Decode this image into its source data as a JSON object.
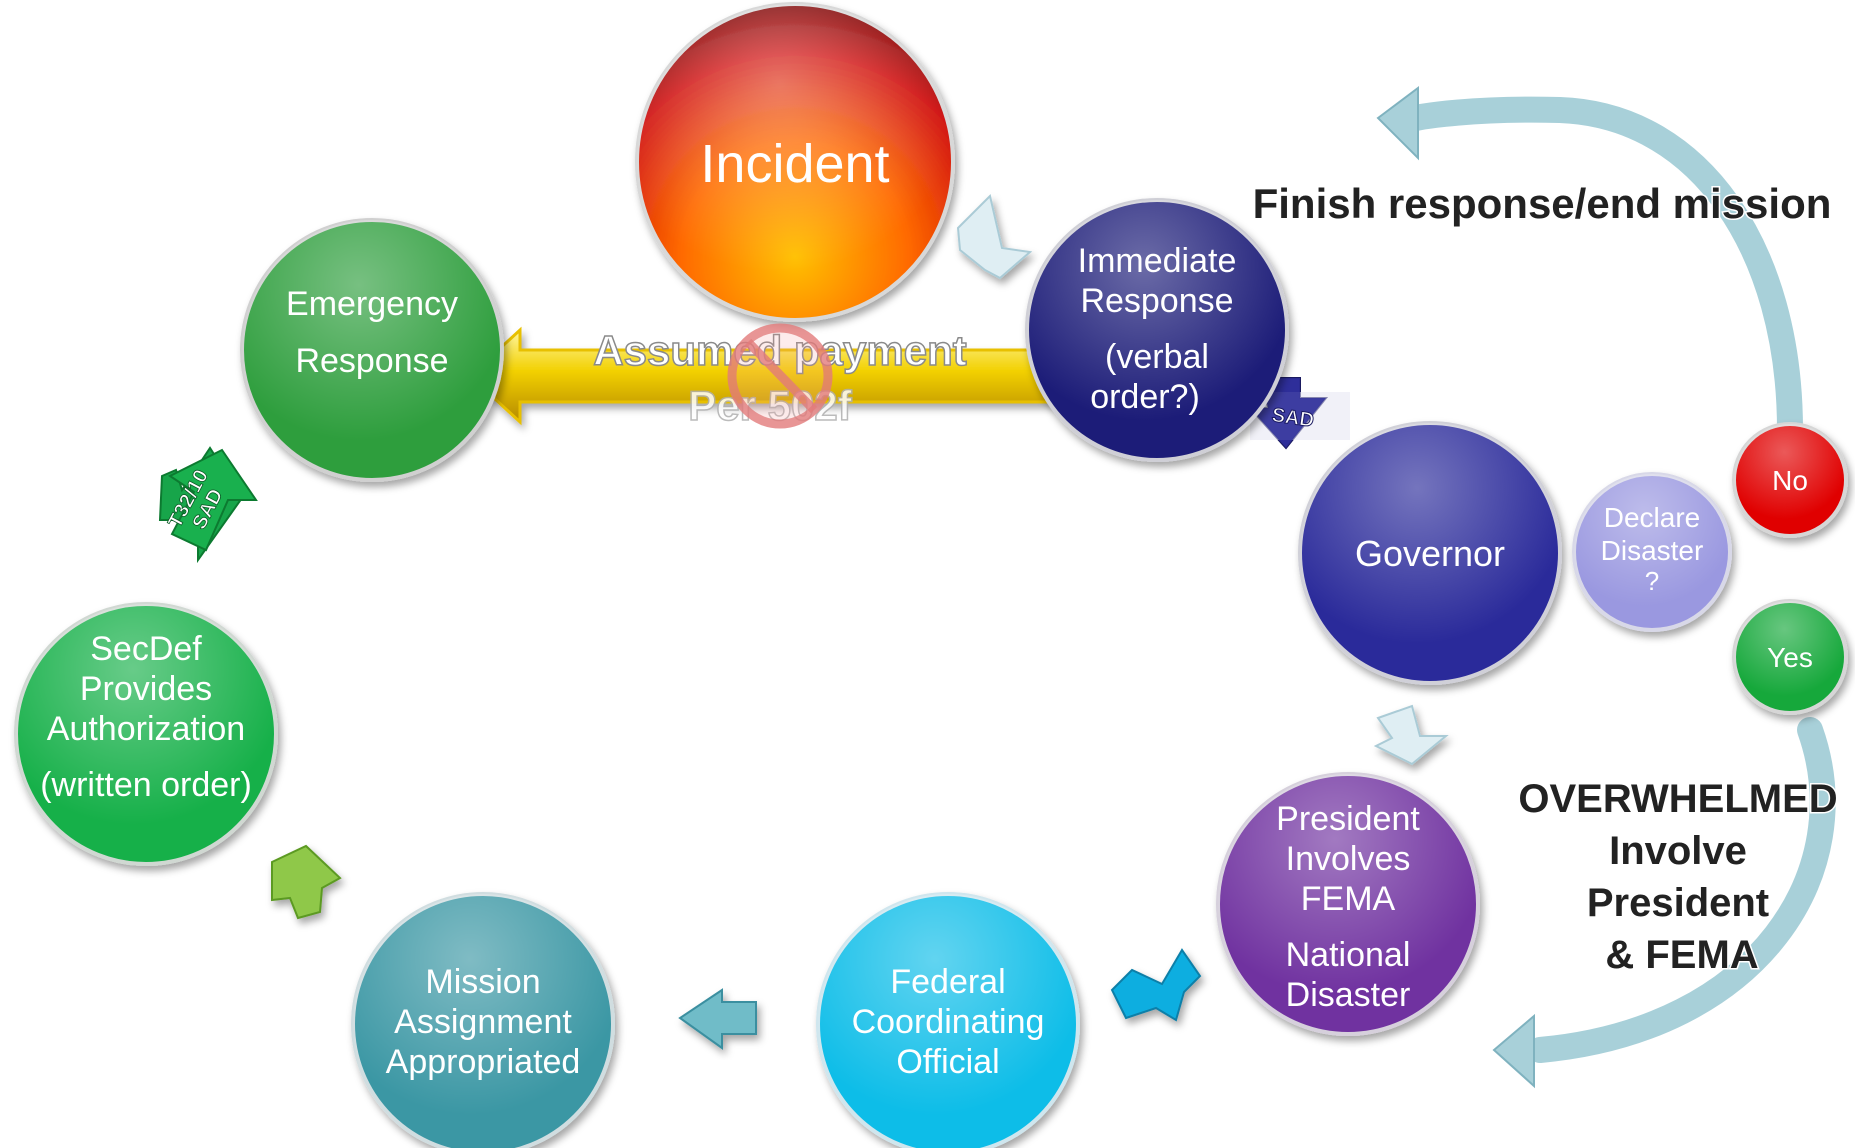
{
  "nodes": {
    "incident": {
      "line1": "Incident"
    },
    "immediate": {
      "line1": "Immediate",
      "line2": "Response",
      "line3": "(verbal",
      "line4": "order?)"
    },
    "emergency": {
      "line1": "Emergency",
      "line2": "Response"
    },
    "governor": {
      "line1": "Governor"
    },
    "declare": {
      "line1": "Declare",
      "line2": "Disaster",
      "line3": "?"
    },
    "no": {
      "label": "No"
    },
    "yes": {
      "label": "Yes"
    },
    "president": {
      "line1": "President",
      "line2": "Involves",
      "line3": "FEMA",
      "line4": "National",
      "line5": "Disaster"
    },
    "federal": {
      "line1": "Federal",
      "line2": "Coordinating",
      "line3": "Official"
    },
    "mission": {
      "line1": "Mission",
      "line2": "Assignment",
      "line3": "Appropriated"
    },
    "secdef": {
      "line1": "SecDef",
      "line2": "Provides",
      "line3": "Authorization",
      "line4": "(written order)"
    }
  },
  "labels": {
    "finish": "Finish response/end mission",
    "overwhelmed": {
      "line1": "OVERWHELMED",
      "line2": "Involve",
      "line3": "President",
      "line4": "& FEMA"
    },
    "assumed": {
      "line1": "Assumed payment",
      "line2": "Per 502f"
    },
    "sad_arrow": "SAD",
    "t32_arrow": {
      "line1": "T32/10",
      "line2": "SAD"
    }
  },
  "colors": {
    "incident_top": "#8b0000",
    "incident_bottom": "#ffb000",
    "immediate": "#1e1e78",
    "emergency": "#2e9e3e",
    "governor": "#2a2a9a",
    "declare": "#9a98e0",
    "no": "#e00000",
    "yes": "#17a83a",
    "president": "#7030a0",
    "federal": "#10bde8",
    "mission": "#3a97a4",
    "secdef": "#16b04a",
    "gold": "#e8c000"
  }
}
